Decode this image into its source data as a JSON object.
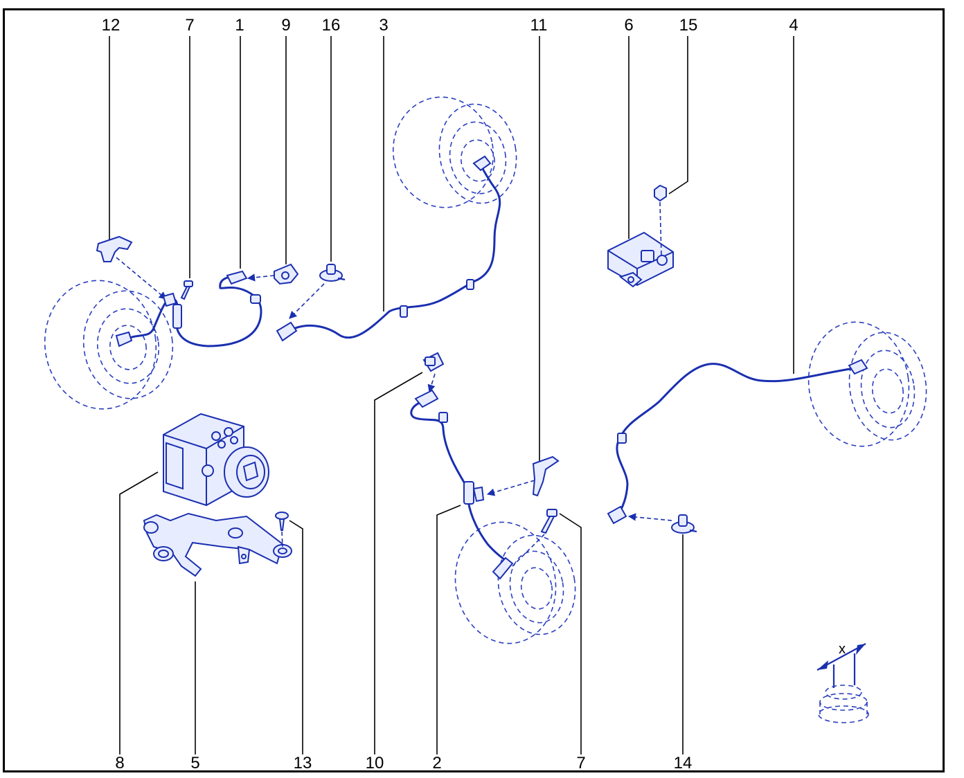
{
  "diagram": {
    "callouts_top": [
      "12",
      "7",
      "1",
      "9",
      "16",
      "3",
      "11",
      "6",
      "15",
      "4"
    ],
    "callouts_bottom": [
      "8",
      "5",
      "13",
      "10",
      "2",
      "7",
      "14"
    ],
    "detail_label": "x"
  },
  "colors": {
    "part_stroke": "#1a2fb0",
    "part_fill": "#e8ecff",
    "frame": "#000000"
  }
}
